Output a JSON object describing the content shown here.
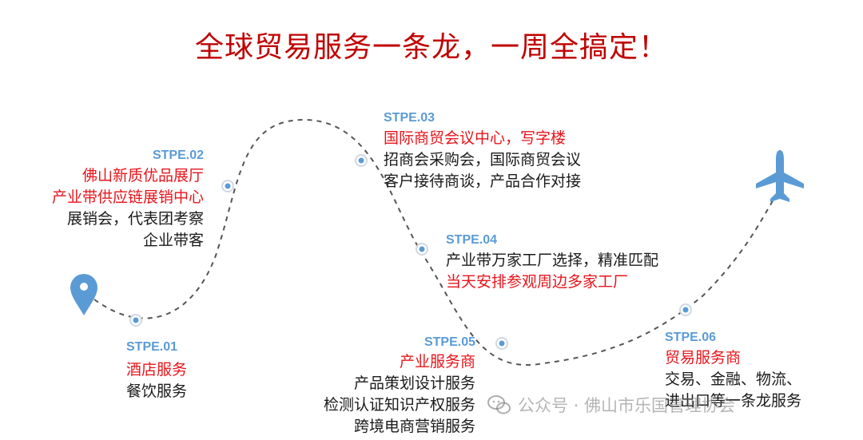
{
  "title": "全球贸易服务一条龙，一周全搞定！",
  "steps": [
    {
      "label": "STPE.01",
      "lines": [
        "酒店服务",
        "餐饮服务"
      ]
    },
    {
      "label": "STPE.02",
      "lines": [
        "佛山新质优品展厅",
        "产业带供应链展销中心",
        "展销会，代表团考察",
        "企业带客"
      ]
    },
    {
      "label": "STPE.03",
      "lines": [
        "国际商贸会议中心，写字楼",
        "招商会采购会，国际商贸会议",
        "客户接待商谈，产品合作对接"
      ]
    },
    {
      "label": "STPE.04",
      "lines": [
        "产业带万家工厂选择，精准匹配",
        "当天安排参观周边多家工厂"
      ]
    },
    {
      "label": "STPE.05",
      "lines": [
        "产业服务商",
        "产品策划设计服务",
        "检测认证知识产权服务",
        "跨境电商营销服务"
      ]
    },
    {
      "label": "STPE.06",
      "lines": [
        "贸易服务商",
        "交易、金融、物流、",
        "进出口等一条龙服务"
      ]
    }
  ],
  "watermark": "公众号 · 佛山市乐国管理协会",
  "icons": [
    "location-pin-icon",
    "airplane-icon",
    "wechat-icon"
  ],
  "colors": {
    "title": "#c00000",
    "highlight": "#e8141b",
    "step_label": "#5b9bd5",
    "route": "#555555",
    "icon": "#5b9bd5"
  }
}
